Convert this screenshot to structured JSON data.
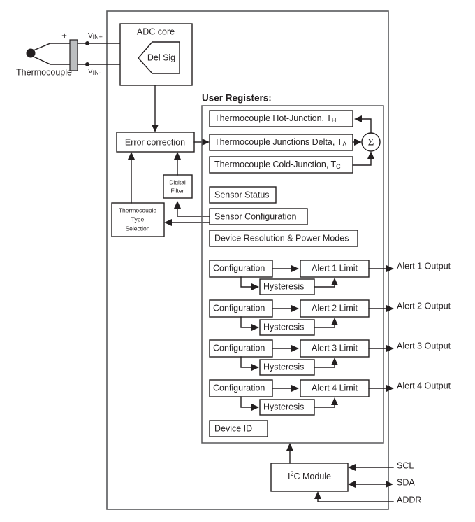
{
  "figure": {
    "title": "Thermocouple sensor block diagram",
    "colors": {
      "line": "#231f20",
      "chip_border": "#58595b",
      "connector_fill": "#bcbec0",
      "background": "#ffffff"
    }
  },
  "input_stage": {
    "thermocouple_label": "Thermocouple",
    "polarity_plus": "+",
    "vin_plus": {
      "base": "V",
      "sub": "IN+"
    },
    "vin_minus": {
      "base": "V",
      "sub": "IN-"
    }
  },
  "adc": {
    "title": "ADC core",
    "modulator_label": "Del Sig"
  },
  "processing": {
    "error_correction": "Error correction",
    "digital_filter_line1": "Digital",
    "digital_filter_line2": "Filter",
    "type_selection_line1": "Thermocouple",
    "type_selection_line2": "Type",
    "type_selection_line3": "Selection"
  },
  "registers": {
    "heading": "User Registers:",
    "summing_node": "Σ",
    "temperature": [
      {
        "name": "Thermocouple Hot-Junction, T",
        "sub": "H"
      },
      {
        "name": "Thermocouple Junctions Delta, T",
        "sub": "Δ"
      },
      {
        "name": "Thermocouple Cold-Junction, T",
        "sub": "C"
      }
    ],
    "status_boxes": [
      {
        "label": "Sensor Status"
      },
      {
        "label": "Sensor Configuration"
      },
      {
        "label": "Device Resolution & Power Modes"
      }
    ],
    "device_id": "Device ID"
  },
  "alerts": [
    {
      "configuration": "Configuration",
      "hysteresis": "Hysteresis",
      "limit": "Alert 1 Limit",
      "output": "Alert 1 Output"
    },
    {
      "configuration": "Configuration",
      "hysteresis": "Hysteresis",
      "limit": "Alert 2 Limit",
      "output": "Alert 2 Output"
    },
    {
      "configuration": "Configuration",
      "hysteresis": "Hysteresis",
      "limit": "Alert 3 Limit",
      "output": "Alert 3 Output"
    },
    {
      "configuration": "Configuration",
      "hysteresis": "Hysteresis",
      "limit": "Alert 4 Limit",
      "output": "Alert 4 Output"
    }
  ],
  "interface": {
    "module_prefix": "I",
    "module_superscript": "2",
    "module_suffix": "C Module",
    "pins": [
      {
        "name": "SCL"
      },
      {
        "name": "SDA"
      },
      {
        "name": "ADDR"
      }
    ]
  }
}
